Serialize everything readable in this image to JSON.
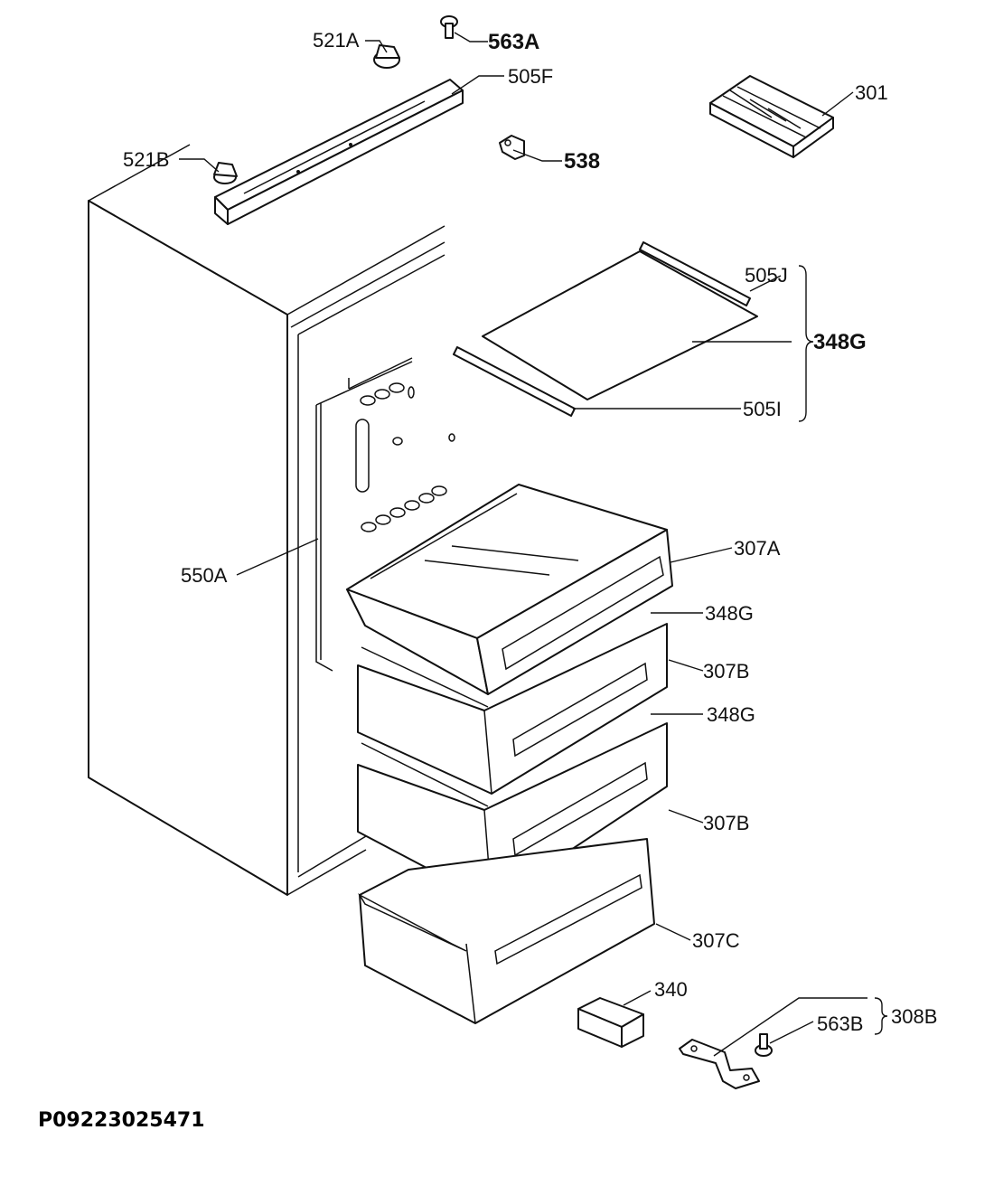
{
  "reference_code": "P09223025471",
  "callouts": [
    {
      "id": "c521a",
      "text": "521A"
    },
    {
      "id": "c563a",
      "text": "563A"
    },
    {
      "id": "c505f",
      "text": "505F"
    },
    {
      "id": "c301",
      "text": "301"
    },
    {
      "id": "c521b",
      "text": "521B"
    },
    {
      "id": "c538",
      "text": "538"
    },
    {
      "id": "c505j",
      "text": "505J"
    },
    {
      "id": "c348g_top",
      "text": "348G"
    },
    {
      "id": "c505i",
      "text": "505I"
    },
    {
      "id": "c550a",
      "text": "550A"
    },
    {
      "id": "c307a",
      "text": "307A"
    },
    {
      "id": "c348g_mid",
      "text": "348G"
    },
    {
      "id": "c307b_1",
      "text": "307B"
    },
    {
      "id": "c348g_low",
      "text": "348G"
    },
    {
      "id": "c307b_2",
      "text": "307B"
    },
    {
      "id": "c307c",
      "text": "307C"
    },
    {
      "id": "c340",
      "text": "340"
    },
    {
      "id": "c563b",
      "text": "563B"
    },
    {
      "id": "c308b",
      "text": "308B"
    }
  ]
}
